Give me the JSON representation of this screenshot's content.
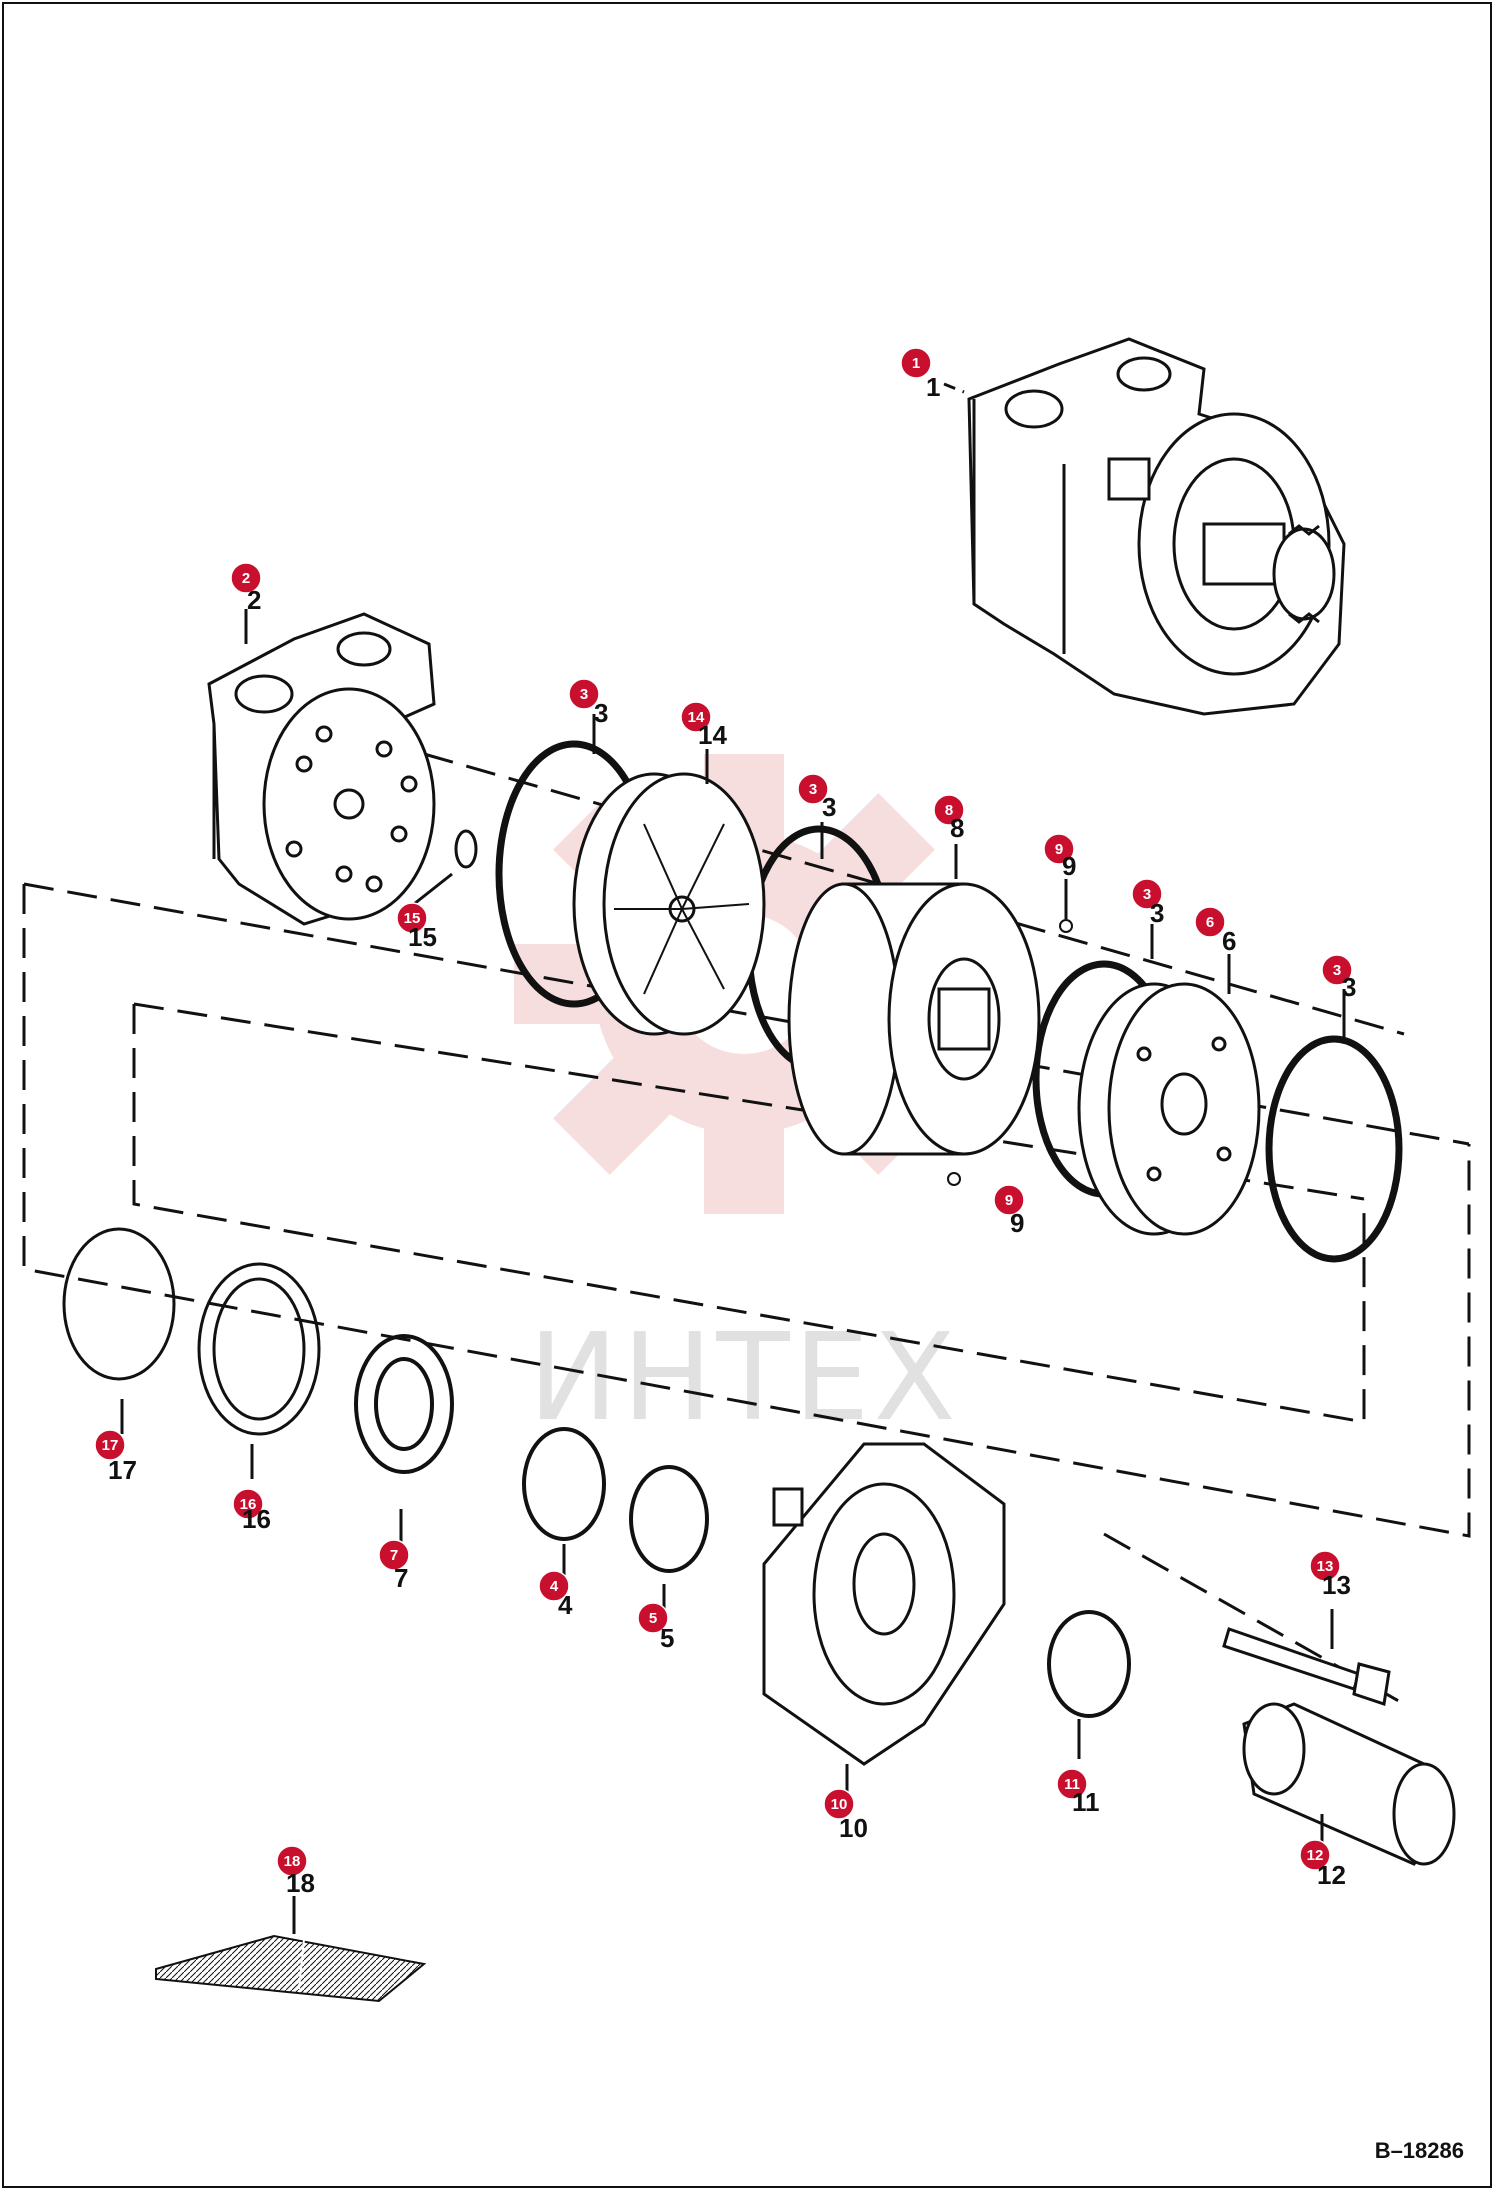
{
  "diagram": {
    "reference_code": "B–18286",
    "watermark_text": "ИНТЕХ",
    "callout_color": "#c8102e",
    "callouts": [
      {
        "id": "c1",
        "label": "1"
      },
      {
        "id": "c2",
        "label": "2"
      },
      {
        "id": "c3a",
        "label": "3"
      },
      {
        "id": "c14",
        "label": "14"
      },
      {
        "id": "c3b",
        "label": "3"
      },
      {
        "id": "c8",
        "label": "8"
      },
      {
        "id": "c9a",
        "label": "9"
      },
      {
        "id": "c3c",
        "label": "3"
      },
      {
        "id": "c6",
        "label": "6"
      },
      {
        "id": "c3d",
        "label": "3"
      },
      {
        "id": "c15",
        "label": "15"
      },
      {
        "id": "c9b",
        "label": "9"
      },
      {
        "id": "c17",
        "label": "17"
      },
      {
        "id": "c16",
        "label": "16"
      },
      {
        "id": "c7",
        "label": "7"
      },
      {
        "id": "c4",
        "label": "4"
      },
      {
        "id": "c5",
        "label": "5"
      },
      {
        "id": "c13",
        "label": "13"
      },
      {
        "id": "c10",
        "label": "10"
      },
      {
        "id": "c11",
        "label": "11"
      },
      {
        "id": "c12",
        "label": "12"
      },
      {
        "id": "c18",
        "label": "18"
      }
    ]
  }
}
